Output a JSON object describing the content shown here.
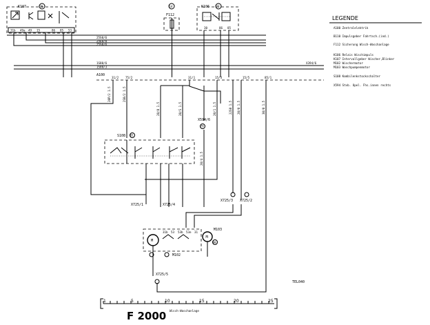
{
  "legend": {
    "title": "LEGENDE",
    "items": [
      "A100 Zentralelektrik",
      "B110 Impulsgeber Fahrtsch.(ind.)",
      "F112 Sicherung Wisch-Waschanlage",
      "K106 Relais Wischimpuls",
      "K107 Intervallgeber Wischer,Blinker",
      "M102 Wischermotor",
      "M103 Waschpumpenmotor",
      "S108 Kombilenkstockschalter",
      "X594 Stvb. Opel. Fhs.innen rechts"
    ]
  },
  "components": {
    "k107": "K107",
    "k107_num": "78",
    "k107_pins": [
      "31b",
      "49a",
      "49",
      "15",
      "86",
      "85",
      "53"
    ],
    "f112": "F112",
    "f112_num": "14",
    "k106": "K106",
    "k106_num": "77",
    "k106_pins": [
      "30",
      "86",
      "85"
    ],
    "a100": "A100",
    "a100_pins": [
      "31/2",
      "75/2",
      "31/1",
      "15/3",
      "15/5",
      "85/1"
    ],
    "bus_wires": [
      "25S0/6",
      "25E0/6",
      "25S0/6",
      "1S80/6",
      "1S80/3"
    ],
    "bus_right": "X394/6",
    "s108": "S108",
    "s108_num": "81",
    "x594": "X594/6",
    "x594_num": "79",
    "m103": "M103",
    "m103_num": "80",
    "m102": "M102",
    "connectors": [
      "X725/1",
      "X725/4",
      "X725/3",
      "X725/2",
      "X725/5"
    ],
    "wires": [
      "20P/2 1.5",
      "2S0/2 1.5",
      "20/0 1.5",
      "20/S 1.5",
      "20/1 1.5",
      "22S0 1.5",
      "20/0 1.5",
      "30/0 1.5",
      "20/4 1.5"
    ],
    "motor_pins": [
      "31b",
      "53",
      "53b",
      "53e",
      "31"
    ]
  },
  "ref": "TEL040",
  "model": "F 2000",
  "axis": {
    "ticks": [
      "1",
      "5",
      "10",
      "15",
      "20",
      "25"
    ],
    "label": "Wisch-Waschanlage"
  }
}
